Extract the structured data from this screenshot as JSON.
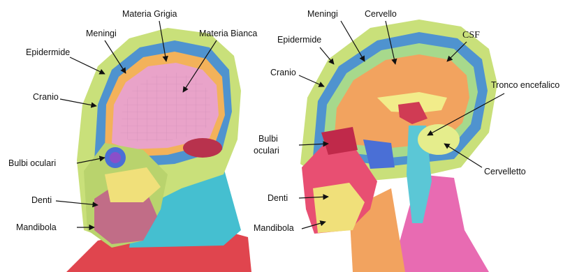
{
  "left_panel": {
    "labels": {
      "materia_grigia": "Materia Grigia",
      "meningi": "Meningi",
      "materia_bianca": "Materia Bianca",
      "epidermide": "Epidermide",
      "cranio": "Cranio",
      "bulbi_oculari": "Bulbi oculari",
      "denti": "Denti",
      "mandibola": "Mandibola"
    }
  },
  "right_panel": {
    "labels": {
      "meningi": "Meningi",
      "cervello": "Cervello",
      "csf": "CSF",
      "epidermide": "Epidermide",
      "cranio": "Cranio",
      "tronco_encefalico": "Tronco encefalico",
      "bulbi_oculari_line1": "Bulbi",
      "bulbi_oculari_line2": "oculari",
      "cervelletto": "Cervelletto",
      "denti": "Denti",
      "mandibola": "Mandibola"
    }
  },
  "colors": {
    "skin": "#c9e07a",
    "skull": "#4f93cf",
    "grey_matter": "#e9a3c9",
    "white_matter": "#d8a1d0",
    "brain_sagittal": "#f2a35f",
    "csf": "#a7d98c",
    "neck": "#45bfd0",
    "shoulder": "#e0454e",
    "spine": "#e86bb2",
    "jaw": "#f0e07a",
    "eye": "#4a6fd6"
  }
}
